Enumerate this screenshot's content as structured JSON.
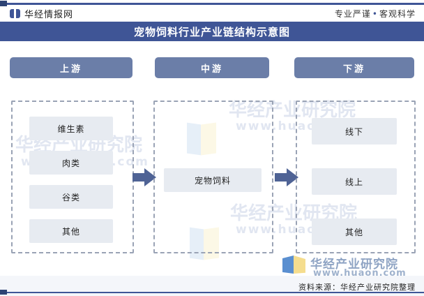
{
  "header": {
    "brand_name": "华经情报网",
    "brand_icon": "open-book-icon",
    "tagline_left": "专业严谨",
    "tagline_dot": "•",
    "tagline_right": "客观科学",
    "title": "宠物饲料行业产业链结构示意图",
    "title_bar_color": "#3f5596"
  },
  "chart_data": {
    "type": "diagram",
    "title": "宠物饲料行业产业链结构示意图",
    "stages": [
      {
        "key": "upstream",
        "label": "上游",
        "nodes": [
          "维生素",
          "肉类",
          "谷类",
          "其他"
        ]
      },
      {
        "key": "midstream",
        "label": "中游",
        "nodes": [
          "宠物饲料"
        ]
      },
      {
        "key": "downstream",
        "label": "下游",
        "nodes": [
          "线下",
          "线上",
          "其他"
        ]
      }
    ],
    "connectors": [
      {
        "from": "upstream",
        "to": "midstream",
        "icon": "right-arrow-icon"
      },
      {
        "from": "midstream",
        "to": "downstream",
        "icon": "right-arrow-icon"
      }
    ],
    "colors": {
      "stage_header": "#6b7ea8",
      "node_fill": "#e7ebf1",
      "arrow": "#4f6395",
      "dashed_border": "#9aa3b5",
      "title_bar": "#3f5596"
    }
  },
  "watermarks": {
    "text_cn": "华经产业研究院",
    "text_url": "www.huaon.com"
  },
  "footer": {
    "source": "资料来源：华经产业研究院整理",
    "corp_name": "华经产业研究院",
    "corp_url": "www.huaon.com"
  }
}
